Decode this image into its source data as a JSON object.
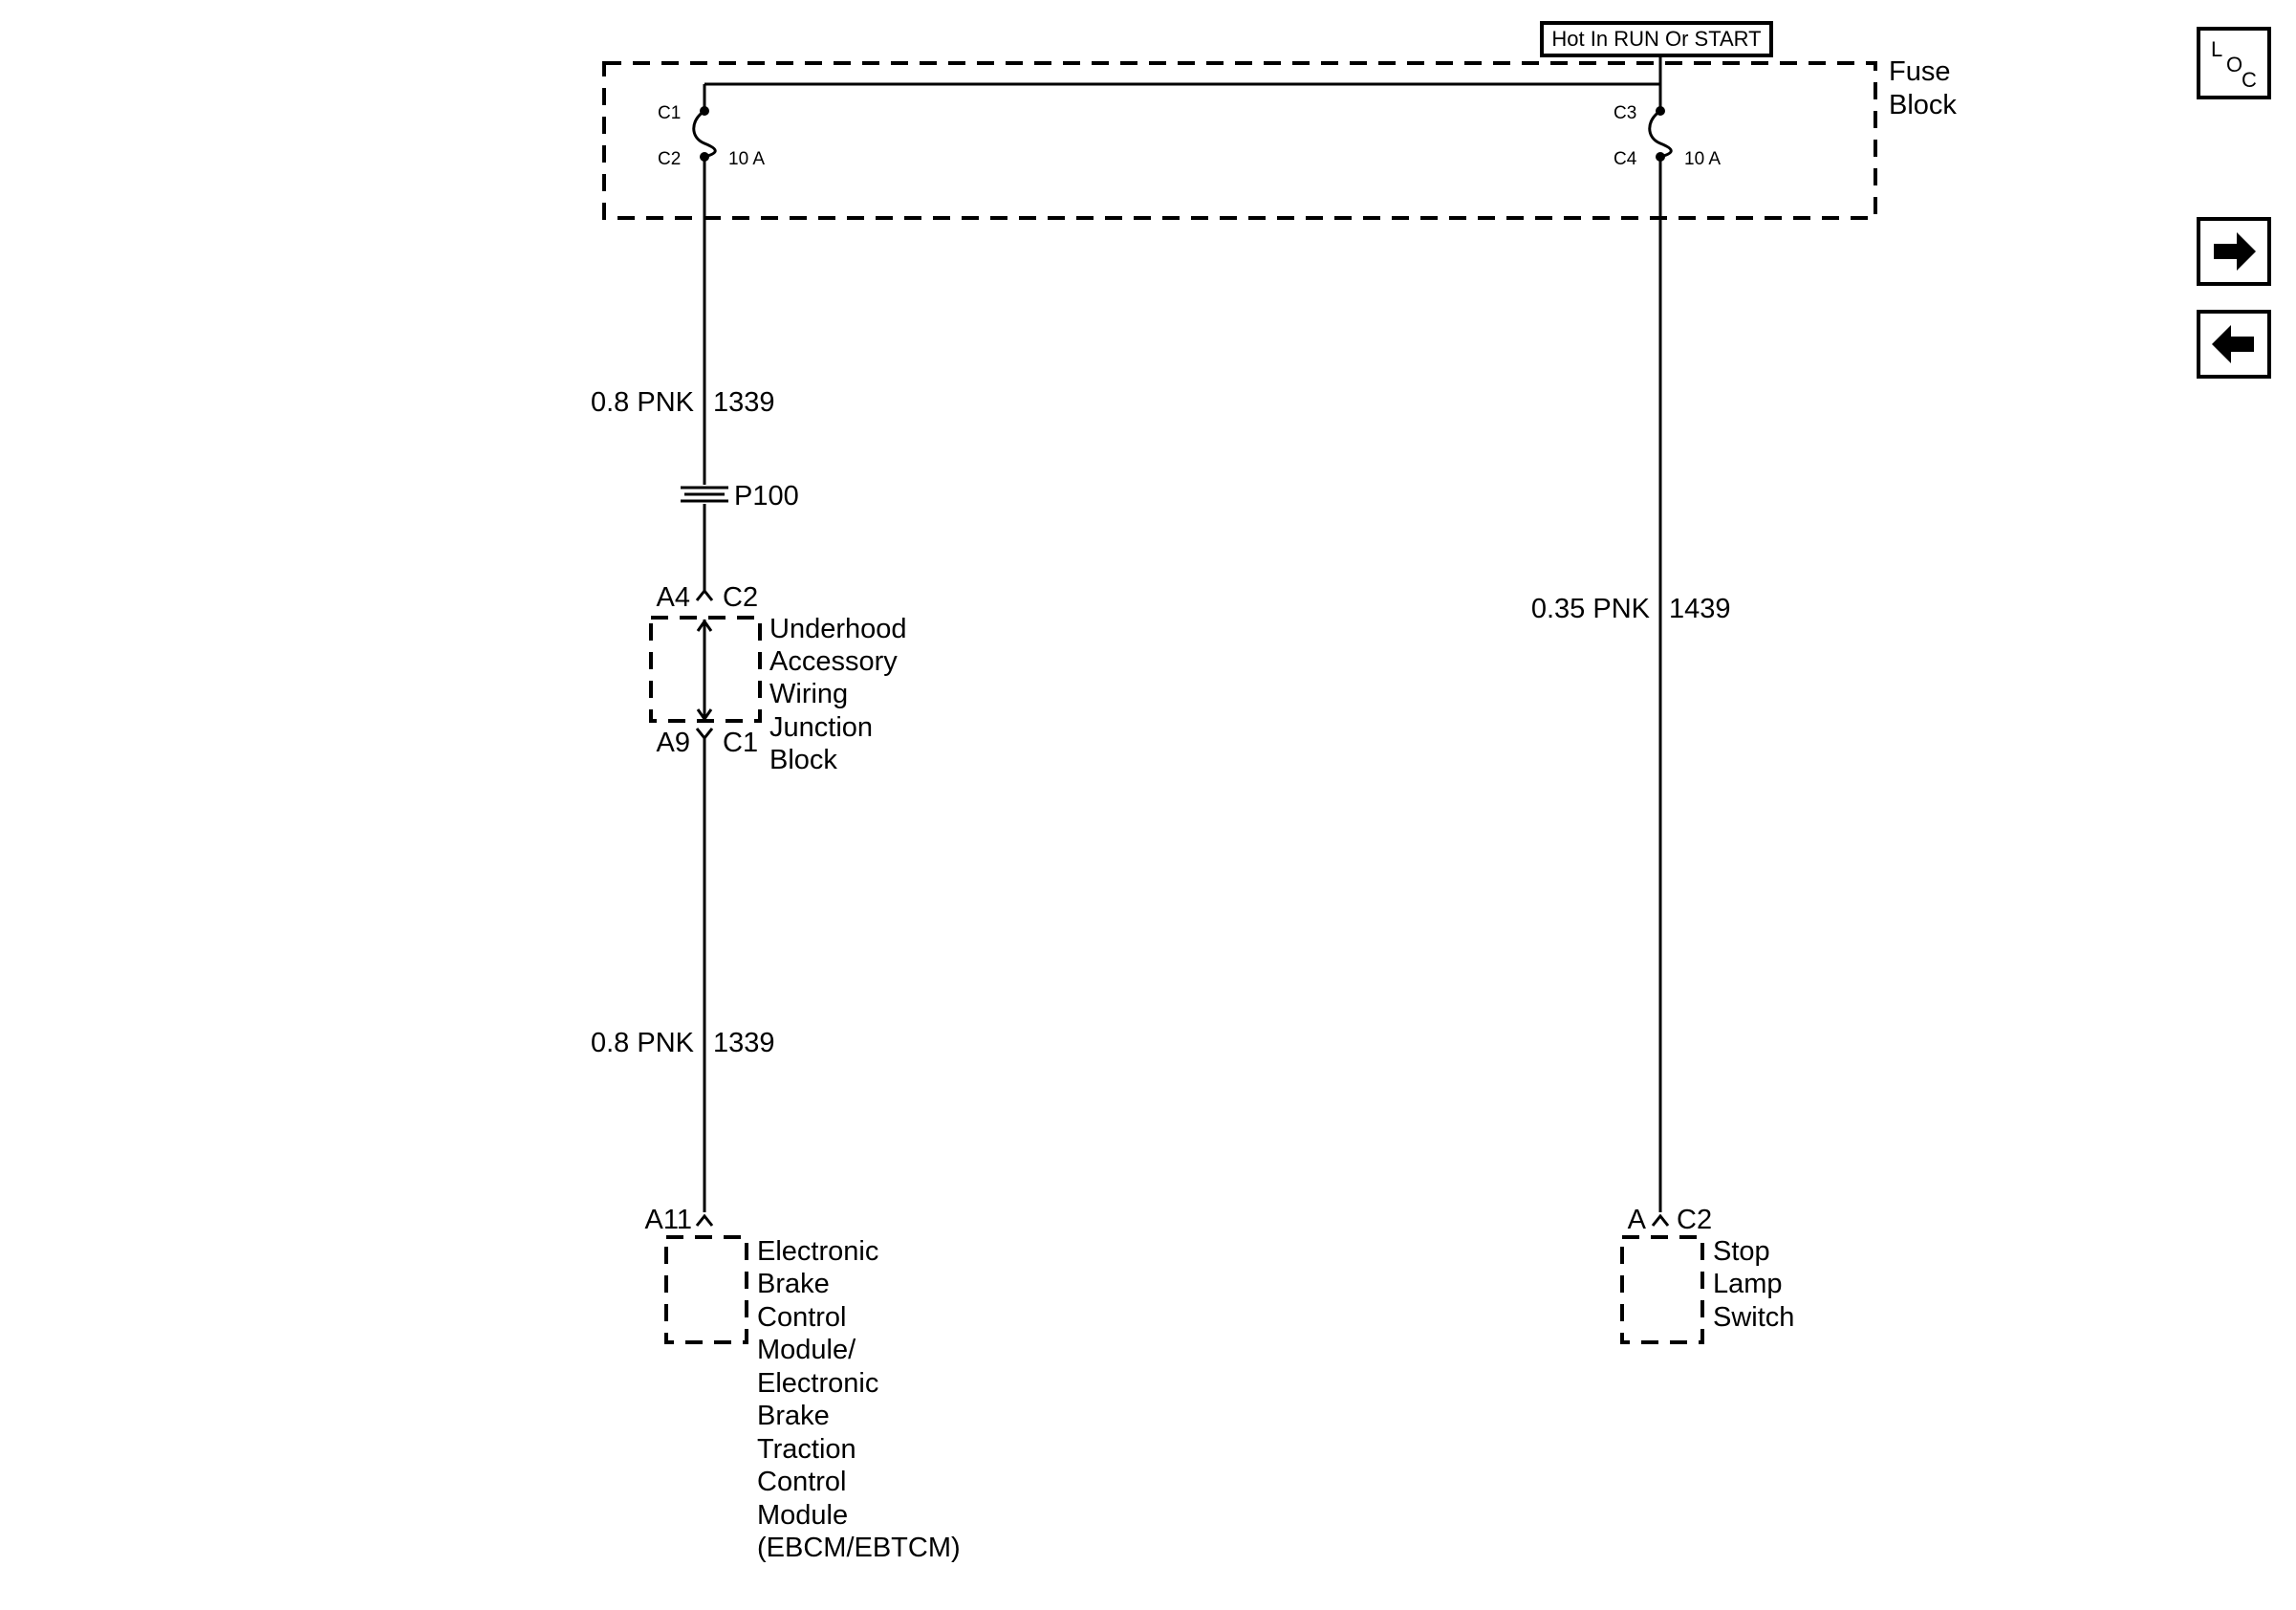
{
  "power_label": "Hot In RUN Or START",
  "fuse_block": {
    "name_line1": "Fuse",
    "name_line2": "Block",
    "left_fuse": {
      "top_pin": "C1",
      "bottom_pin": "C2",
      "rating": "10 A"
    },
    "right_fuse": {
      "top_pin": "C3",
      "bottom_pin": "C4",
      "rating": "10 A"
    }
  },
  "left_circuit": {
    "wire_upper": {
      "gauge_color": "0.8 PNK",
      "circuit": "1339"
    },
    "connector": "P100",
    "junction_block": {
      "top_pins": {
        "left": "A4",
        "right": "C2"
      },
      "bottom_pins": {
        "left": "A9",
        "right": "C1"
      },
      "name_lines": [
        "Underhood",
        "Accessory",
        "Wiring",
        "Junction",
        "Block"
      ]
    },
    "wire_lower": {
      "gauge_color": "0.8 PNK",
      "circuit": "1339"
    },
    "module": {
      "pin": "A11",
      "name_lines": [
        "Electronic",
        "Brake",
        "Control",
        "Module/",
        "Electronic",
        "Brake",
        "Traction",
        "Control",
        "Module",
        "(EBCM/EBTCM)"
      ]
    }
  },
  "right_circuit": {
    "wire": {
      "gauge_color": "0.35 PNK",
      "circuit": "1439"
    },
    "switch": {
      "pin_left": "A",
      "pin_right": "C2",
      "name_lines": [
        "Stop",
        "Lamp",
        "Switch"
      ]
    }
  },
  "sidebar": {
    "loc_icon": {
      "L": "L",
      "O": "O",
      "C": "C"
    },
    "next_icon": "right-arrow",
    "prev_icon": "left-arrow"
  }
}
